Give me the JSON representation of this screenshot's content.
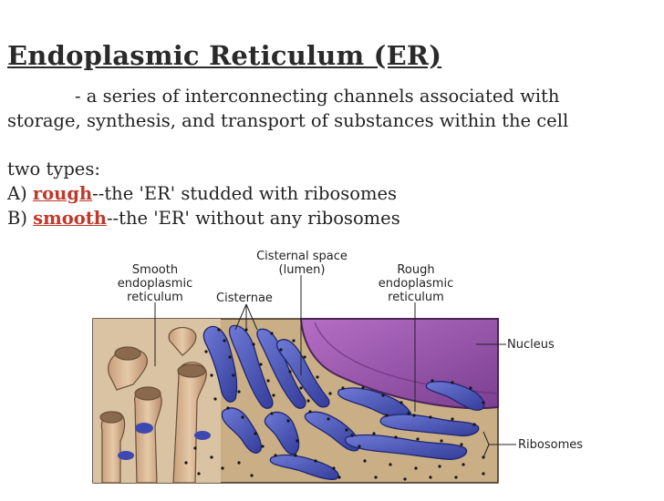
{
  "heading": {
    "title": "Endoplasmic Reticulum (ER)",
    "desc_line1": "- a series of interconnecting channels associated with",
    "desc_line2": "storage, synthesis, and transport of substances within the cell"
  },
  "types": {
    "intro": "two types:",
    "a_prefix": "A) ",
    "a_term": "rough",
    "a_rest": "--the 'ER' studded with ribosomes",
    "b_prefix": "B) ",
    "b_term": "smooth",
    "b_rest": "--the 'ER' without any ribosomes"
  },
  "diagram": {
    "labels": {
      "smooth_er": "Smooth\nendoplasmic\nreticulum",
      "cisternal_space": "Cisternal space\n(lumen)",
      "rough_er": "Rough\nendoplasmic\nreticulum",
      "cisternae": "Cisternae",
      "nucleus": "Nucleus",
      "ribosomes": "Ribosomes"
    },
    "colors": {
      "membrane_blue": "#4a55b8",
      "smooth_tan": "#d2b08e",
      "nucleus_purple": "#8a4ea0",
      "cytoplasm": "#c8ad85",
      "ribosome": "#1a1a1a",
      "accent_red": "#c0392b"
    }
  }
}
